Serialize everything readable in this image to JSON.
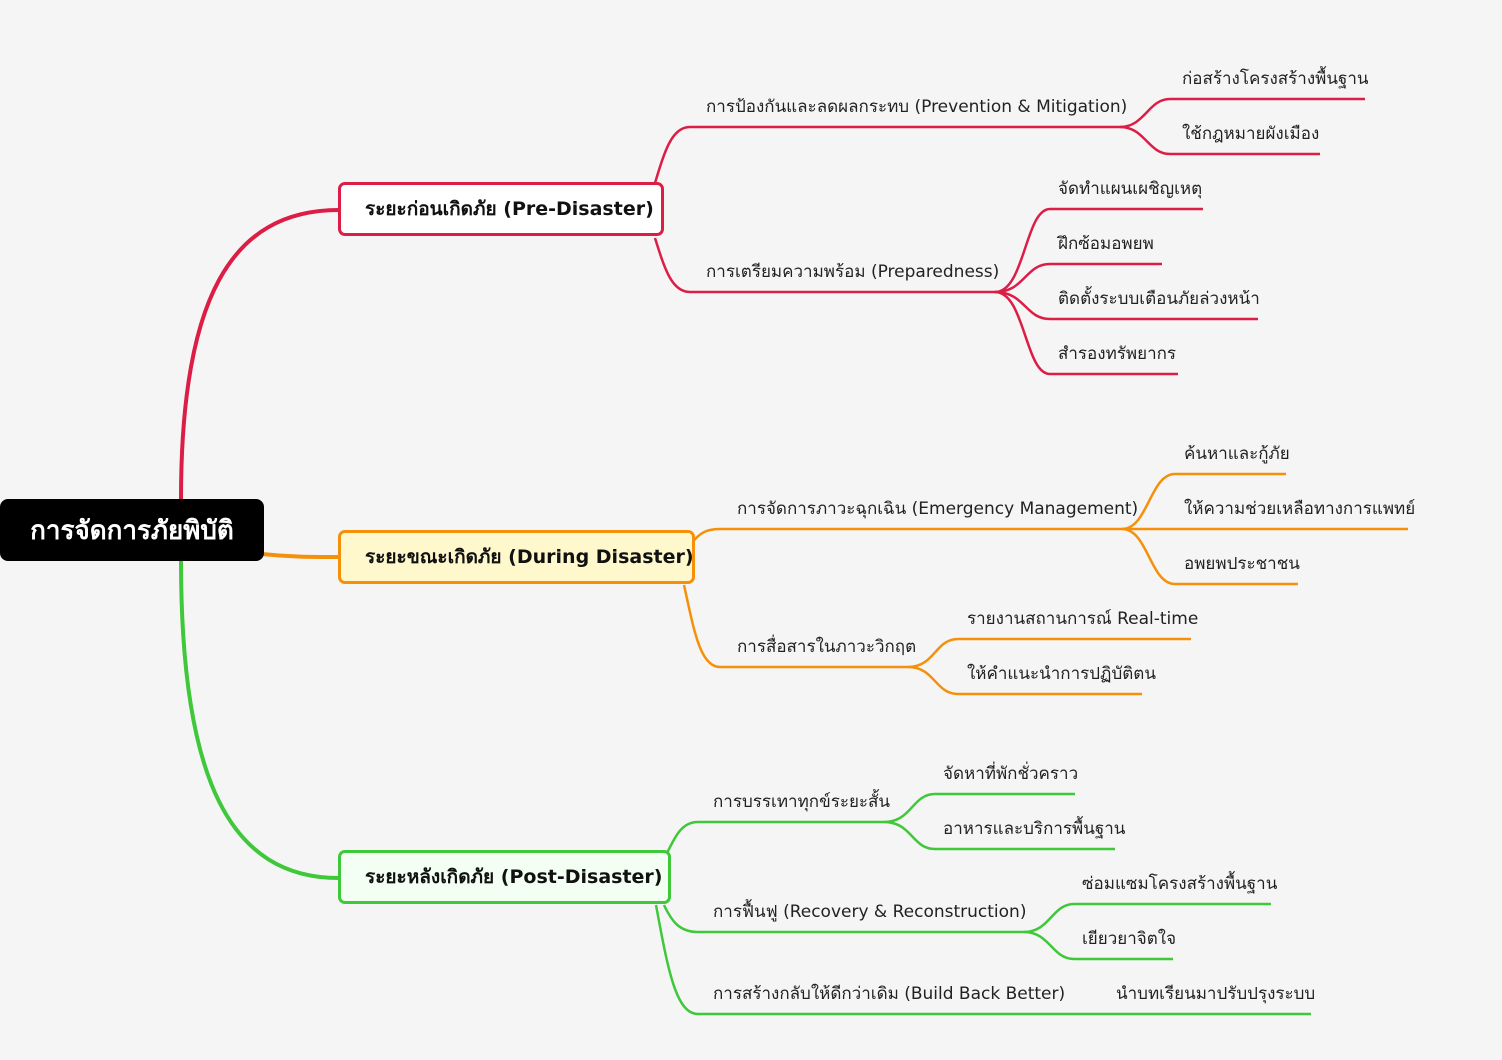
{
  "root": {
    "label": "การจัดการภัยพิบัติ"
  },
  "colors": {
    "pre": "#dc1e46",
    "during": "#f5900a",
    "post": "#3ec83a",
    "pre_fill": "#ffffff",
    "during_fill": "#fff8cc",
    "post_fill": "#f2fff2"
  },
  "branches": [
    {
      "label": "ระยะก่อนเกิดภัย (Pre-Disaster)",
      "topics": [
        {
          "label": "การป้องกันและลดผลกระทบ (Prevention & Mitigation)",
          "leaves": [
            "ก่อสร้างโครงสร้างพื้นฐาน",
            "ใช้กฎหมายผังเมือง"
          ]
        },
        {
          "label": "การเตรียมความพร้อม (Preparedness)",
          "leaves": [
            "จัดทำแผนเผชิญเหตุ",
            "ฝึกซ้อมอพยพ",
            "ติดตั้งระบบเตือนภัยล่วงหน้า",
            "สำรองทรัพยากร"
          ]
        }
      ]
    },
    {
      "label": "ระยะขณะเกิดภัย (During Disaster)",
      "topics": [
        {
          "label": "การจัดการภาวะฉุกเฉิน (Emergency Management)",
          "leaves": [
            "ค้นหาและกู้ภัย",
            "ให้ความช่วยเหลือทางการแพทย์",
            "อพยพประชาชน"
          ]
        },
        {
          "label": "การสื่อสารในภาวะวิกฤต",
          "leaves": [
            "รายงานสถานการณ์ Real-time",
            "ให้คำแนะนำการปฏิบัติตน"
          ]
        }
      ]
    },
    {
      "label": "ระยะหลังเกิดภัย (Post-Disaster)",
      "topics": [
        {
          "label": "การบรรเทาทุกข์ระยะสั้น",
          "leaves": [
            "จัดหาที่พักชั่วคราว",
            "อาหารและบริการพื้นฐาน"
          ]
        },
        {
          "label": "การฟื้นฟู (Recovery & Reconstruction)",
          "leaves": [
            "ซ่อมแซมโครงสร้างพื้นฐาน",
            "เยียวยาจิตใจ"
          ]
        },
        {
          "label": "การสร้างกลับให้ดีกว่าเดิม (Build Back Better)",
          "leaves": [
            "นำบทเรียนมาปรับปรุงระบบ"
          ]
        }
      ]
    }
  ]
}
